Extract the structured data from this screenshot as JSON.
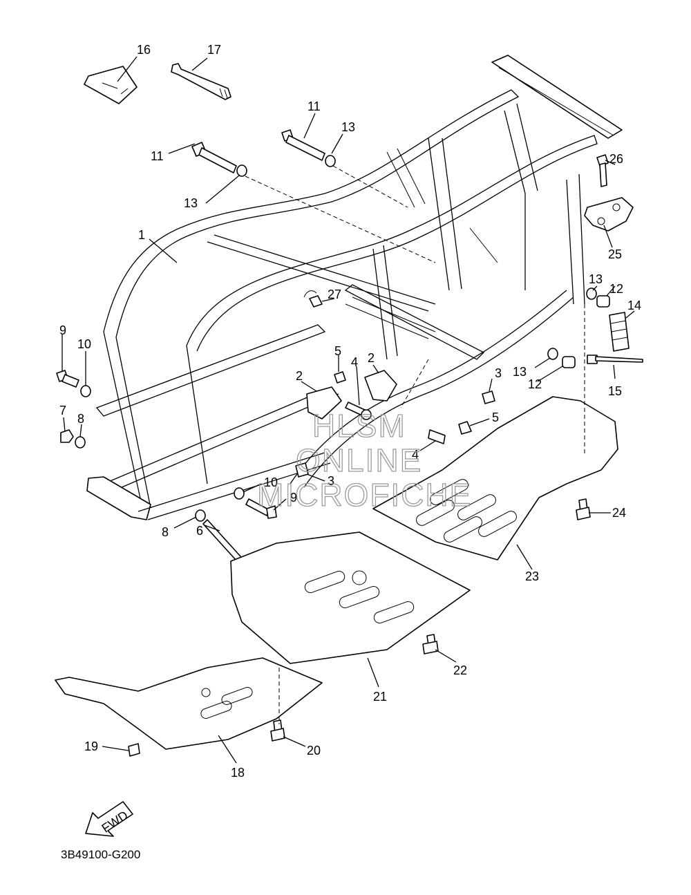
{
  "callouts": [
    {
      "id": "c16",
      "text": "16"
    },
    {
      "id": "c17",
      "text": "17"
    },
    {
      "id": "c11a",
      "text": "11"
    },
    {
      "id": "c13a",
      "text": "13"
    },
    {
      "id": "c11b",
      "text": "11"
    },
    {
      "id": "c13b",
      "text": "13"
    },
    {
      "id": "c26",
      "text": "26"
    },
    {
      "id": "c25",
      "text": "25"
    },
    {
      "id": "c1",
      "text": "1"
    },
    {
      "id": "c27",
      "text": "27"
    },
    {
      "id": "c13c",
      "text": "13"
    },
    {
      "id": "c12a",
      "text": "12"
    },
    {
      "id": "c14",
      "text": "14"
    },
    {
      "id": "c9a",
      "text": "9"
    },
    {
      "id": "c10a",
      "text": "10"
    },
    {
      "id": "c5a",
      "text": "5"
    },
    {
      "id": "c4a",
      "text": "4"
    },
    {
      "id": "c2a",
      "text": "2"
    },
    {
      "id": "c2b",
      "text": "2"
    },
    {
      "id": "c3a",
      "text": "3"
    },
    {
      "id": "c13d",
      "text": "13"
    },
    {
      "id": "c12b",
      "text": "12"
    },
    {
      "id": "c15",
      "text": "15"
    },
    {
      "id": "c7",
      "text": "7"
    },
    {
      "id": "c8a",
      "text": "8"
    },
    {
      "id": "c5b",
      "text": "5"
    },
    {
      "id": "c4b",
      "text": "4"
    },
    {
      "id": "c10b",
      "text": "10"
    },
    {
      "id": "c3b",
      "text": "3"
    },
    {
      "id": "c9b",
      "text": "9"
    },
    {
      "id": "c8b",
      "text": "8"
    },
    {
      "id": "c24",
      "text": "24"
    },
    {
      "id": "c6",
      "text": "6"
    },
    {
      "id": "c23",
      "text": "23"
    },
    {
      "id": "c22",
      "text": "22"
    },
    {
      "id": "c21",
      "text": "21"
    },
    {
      "id": "c19",
      "text": "19"
    },
    {
      "id": "c20",
      "text": "20"
    },
    {
      "id": "c18",
      "text": "18"
    }
  ],
  "watermark": {
    "line1": "HLSM",
    "line2": "ONLINE",
    "line3": "MICROFICHE"
  },
  "fwd_label": "FWD",
  "diagram_code": "3B49100-G200"
}
